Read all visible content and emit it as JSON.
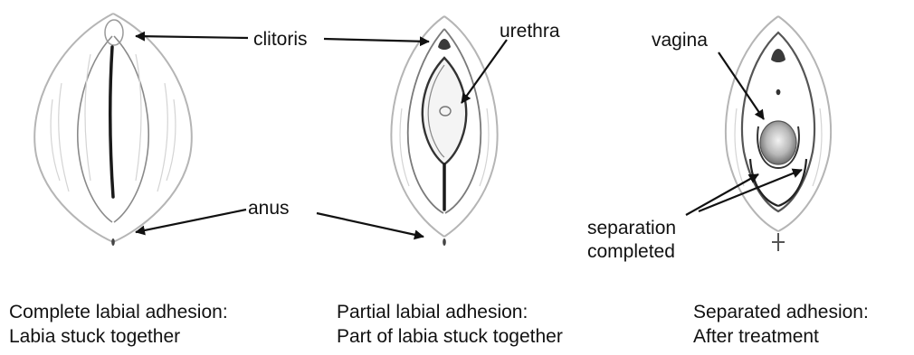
{
  "labels": {
    "clitoris": "clitoris",
    "urethra": "urethra",
    "vagina": "vagina",
    "anus": "anus",
    "separation_line1": "separation",
    "separation_line2": "completed"
  },
  "captions": [
    {
      "line1": "Complete labial adhesion:",
      "line2": "Labia stuck together"
    },
    {
      "line1": "Partial labial adhesion:",
      "line2": "Part of labia stuck together"
    },
    {
      "line1": "Separated adhesion:",
      "line2": "After treatment"
    }
  ],
  "colors": {
    "ink": "#111111",
    "sketch": "#6b6b6b",
    "sketch_light": "#b5b5b5",
    "background": "#ffffff"
  }
}
